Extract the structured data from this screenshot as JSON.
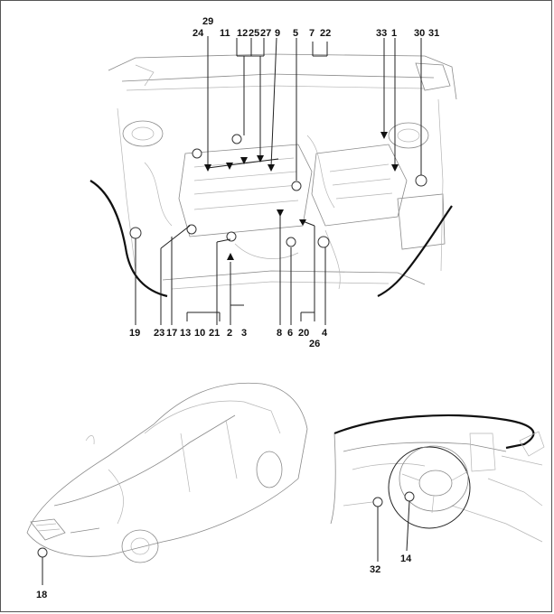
{
  "engine_bay": {
    "top_callouts": [
      "29",
      "24",
      "11",
      "12",
      "25",
      "27",
      "9",
      "5",
      "7",
      "22",
      "33",
      "1",
      "30",
      "31"
    ],
    "bottom_callouts": [
      "19",
      "23",
      "17",
      "13",
      "10",
      "21",
      "2",
      "3",
      "8",
      "6",
      "20",
      "26",
      "4"
    ]
  },
  "vehicle_view": {
    "callouts": [
      "18"
    ]
  },
  "cabin_view": {
    "callouts": [
      "32",
      "14"
    ]
  }
}
